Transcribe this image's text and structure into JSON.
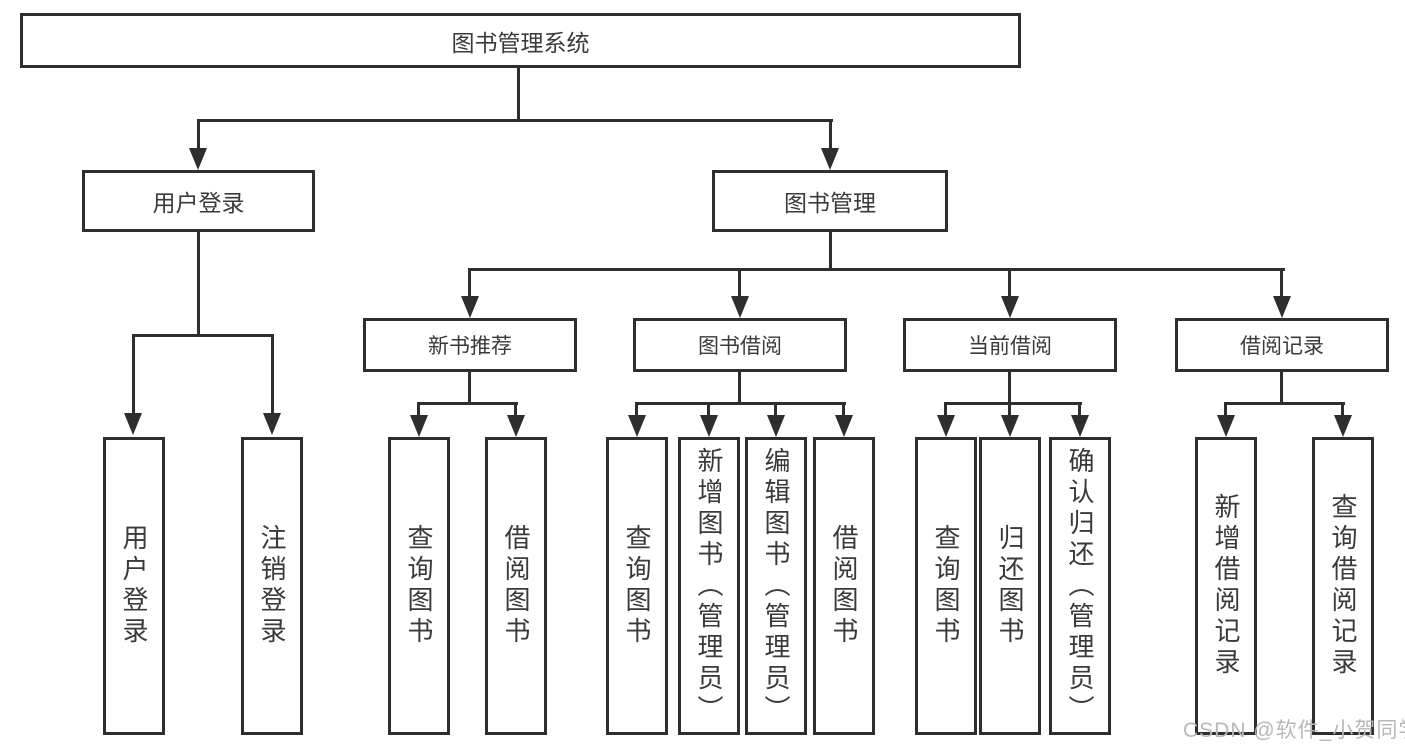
{
  "diagram": {
    "root": {
      "label": "图书管理系统"
    },
    "branches": {
      "user_login": {
        "label": "用户登录",
        "children": [
          "用户登录",
          "注销登录"
        ]
      },
      "book_mgmt": {
        "label": "图书管理",
        "sections": [
          {
            "label": "新书推荐",
            "children": [
              "查询图书",
              "借阅图书"
            ]
          },
          {
            "label": "图书借阅",
            "children": [
              "查询图书",
              "新增图书（管理员）",
              "编辑图书（管理员）",
              "借阅图书"
            ]
          },
          {
            "label": "当前借阅",
            "children": [
              "查询图书",
              "归还图书",
              "确认归还（管理员）"
            ]
          },
          {
            "label": "借阅记录",
            "children": [
              "新增借阅记录",
              "查询借阅记录"
            ]
          }
        ]
      }
    }
  },
  "watermark": {
    "text": "CSDN @软件_小贺同学"
  },
  "colors": {
    "line": "#2e2e2e",
    "text": "#3a3a3a",
    "watermark": "#b8b8b8"
  }
}
